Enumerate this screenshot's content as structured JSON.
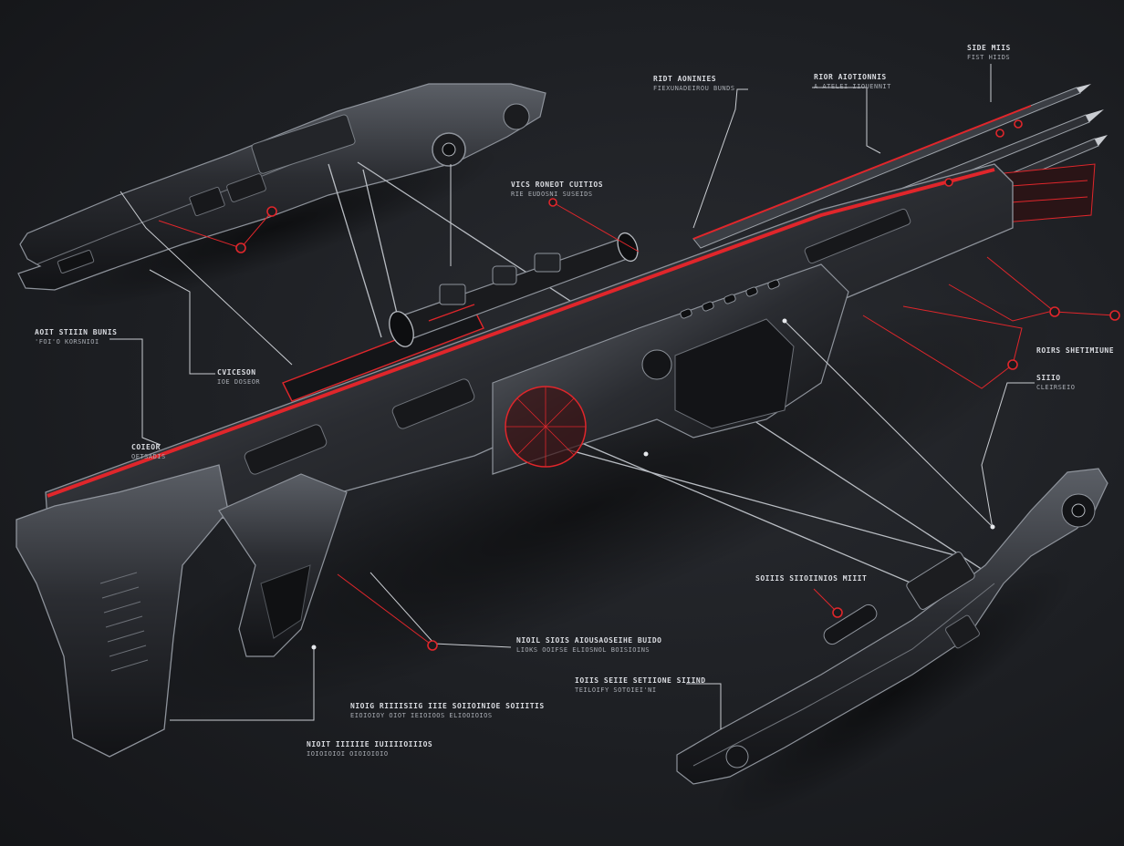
{
  "theme": {
    "background": "#1d1f23",
    "body_color": "#1a1b1e",
    "metal_color": "#3a3d43",
    "edge_highlight": "#8e939b",
    "accent_red": "#e0262b",
    "leader_color": "#c9ccd1"
  },
  "callouts": [
    {
      "id": "c01",
      "line1": "SIDE MIIS",
      "line2": "FIST HIIDS"
    },
    {
      "id": "c02",
      "line1": "RIDT AONINIES",
      "line2": "FIEXUNADEIROU BUNDS"
    },
    {
      "id": "c03",
      "line1": "RIOR AIOTIONNIS",
      "line2": "A ATELEI IIOUENNIT"
    },
    {
      "id": "c04",
      "line1": "ViCS RONEOT CUITIOS",
      "line2": "RIE EUDOSNI SUSEIDS"
    },
    {
      "id": "c05",
      "line1": "AOIT STIIIN BUNIS",
      "line2": "'FOI'O KORSNIOI"
    },
    {
      "id": "c06",
      "line1": "CVICESON",
      "line2": "IOE DOSEOR"
    },
    {
      "id": "c07",
      "line1": "COIEOR",
      "line2": "OETSADIS"
    },
    {
      "id": "c08",
      "line1": "ROIRS SHETIMIUNE",
      "line2": ""
    },
    {
      "id": "c09",
      "line1": "SIIIO",
      "line2": "ClEIRSEIO"
    },
    {
      "id": "c10",
      "line1": "SOIIIS SIIOIINIOS MIIIT",
      "line2": ""
    },
    {
      "id": "c11",
      "line1": "NIOIL SIOIS AIOUSAOSEIHE BUIDO",
      "line2": "LIOKS OOIFSE ELIOSNOL BOISIOINS"
    },
    {
      "id": "c12",
      "line1": "IOIIS SEIIE SETIIONE SIIIND",
      "line2": "TEILOIFY SOTOIEI'NI"
    },
    {
      "id": "c13",
      "line1": "NIOIG RIIIISIIG IIIE SOIIOINIOE SOIIITIS",
      "line2": "EIOIOIOY OIOT IEIOIOOS ELIOOIOIOS"
    },
    {
      "id": "c14",
      "line1": "NIOIT IIIIIIE IUIIIIOIIIOS",
      "line2": "IOIOIOIOI OIOIOIOIO"
    }
  ]
}
